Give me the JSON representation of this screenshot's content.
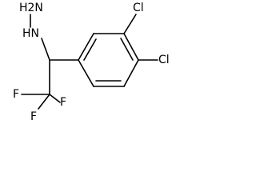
{
  "molecule": {
    "atoms": {
      "hydrazine_n1": "HN",
      "hydrazine_n2": "H2N",
      "chloro_top": "Cl",
      "chloro_right": "Cl",
      "fluoro_left": "F",
      "fluoro_mid": "F",
      "fluoro_bottom": "F"
    },
    "colors": {
      "bond": "#000000",
      "label": "#000000",
      "background": "#ffffff"
    }
  }
}
